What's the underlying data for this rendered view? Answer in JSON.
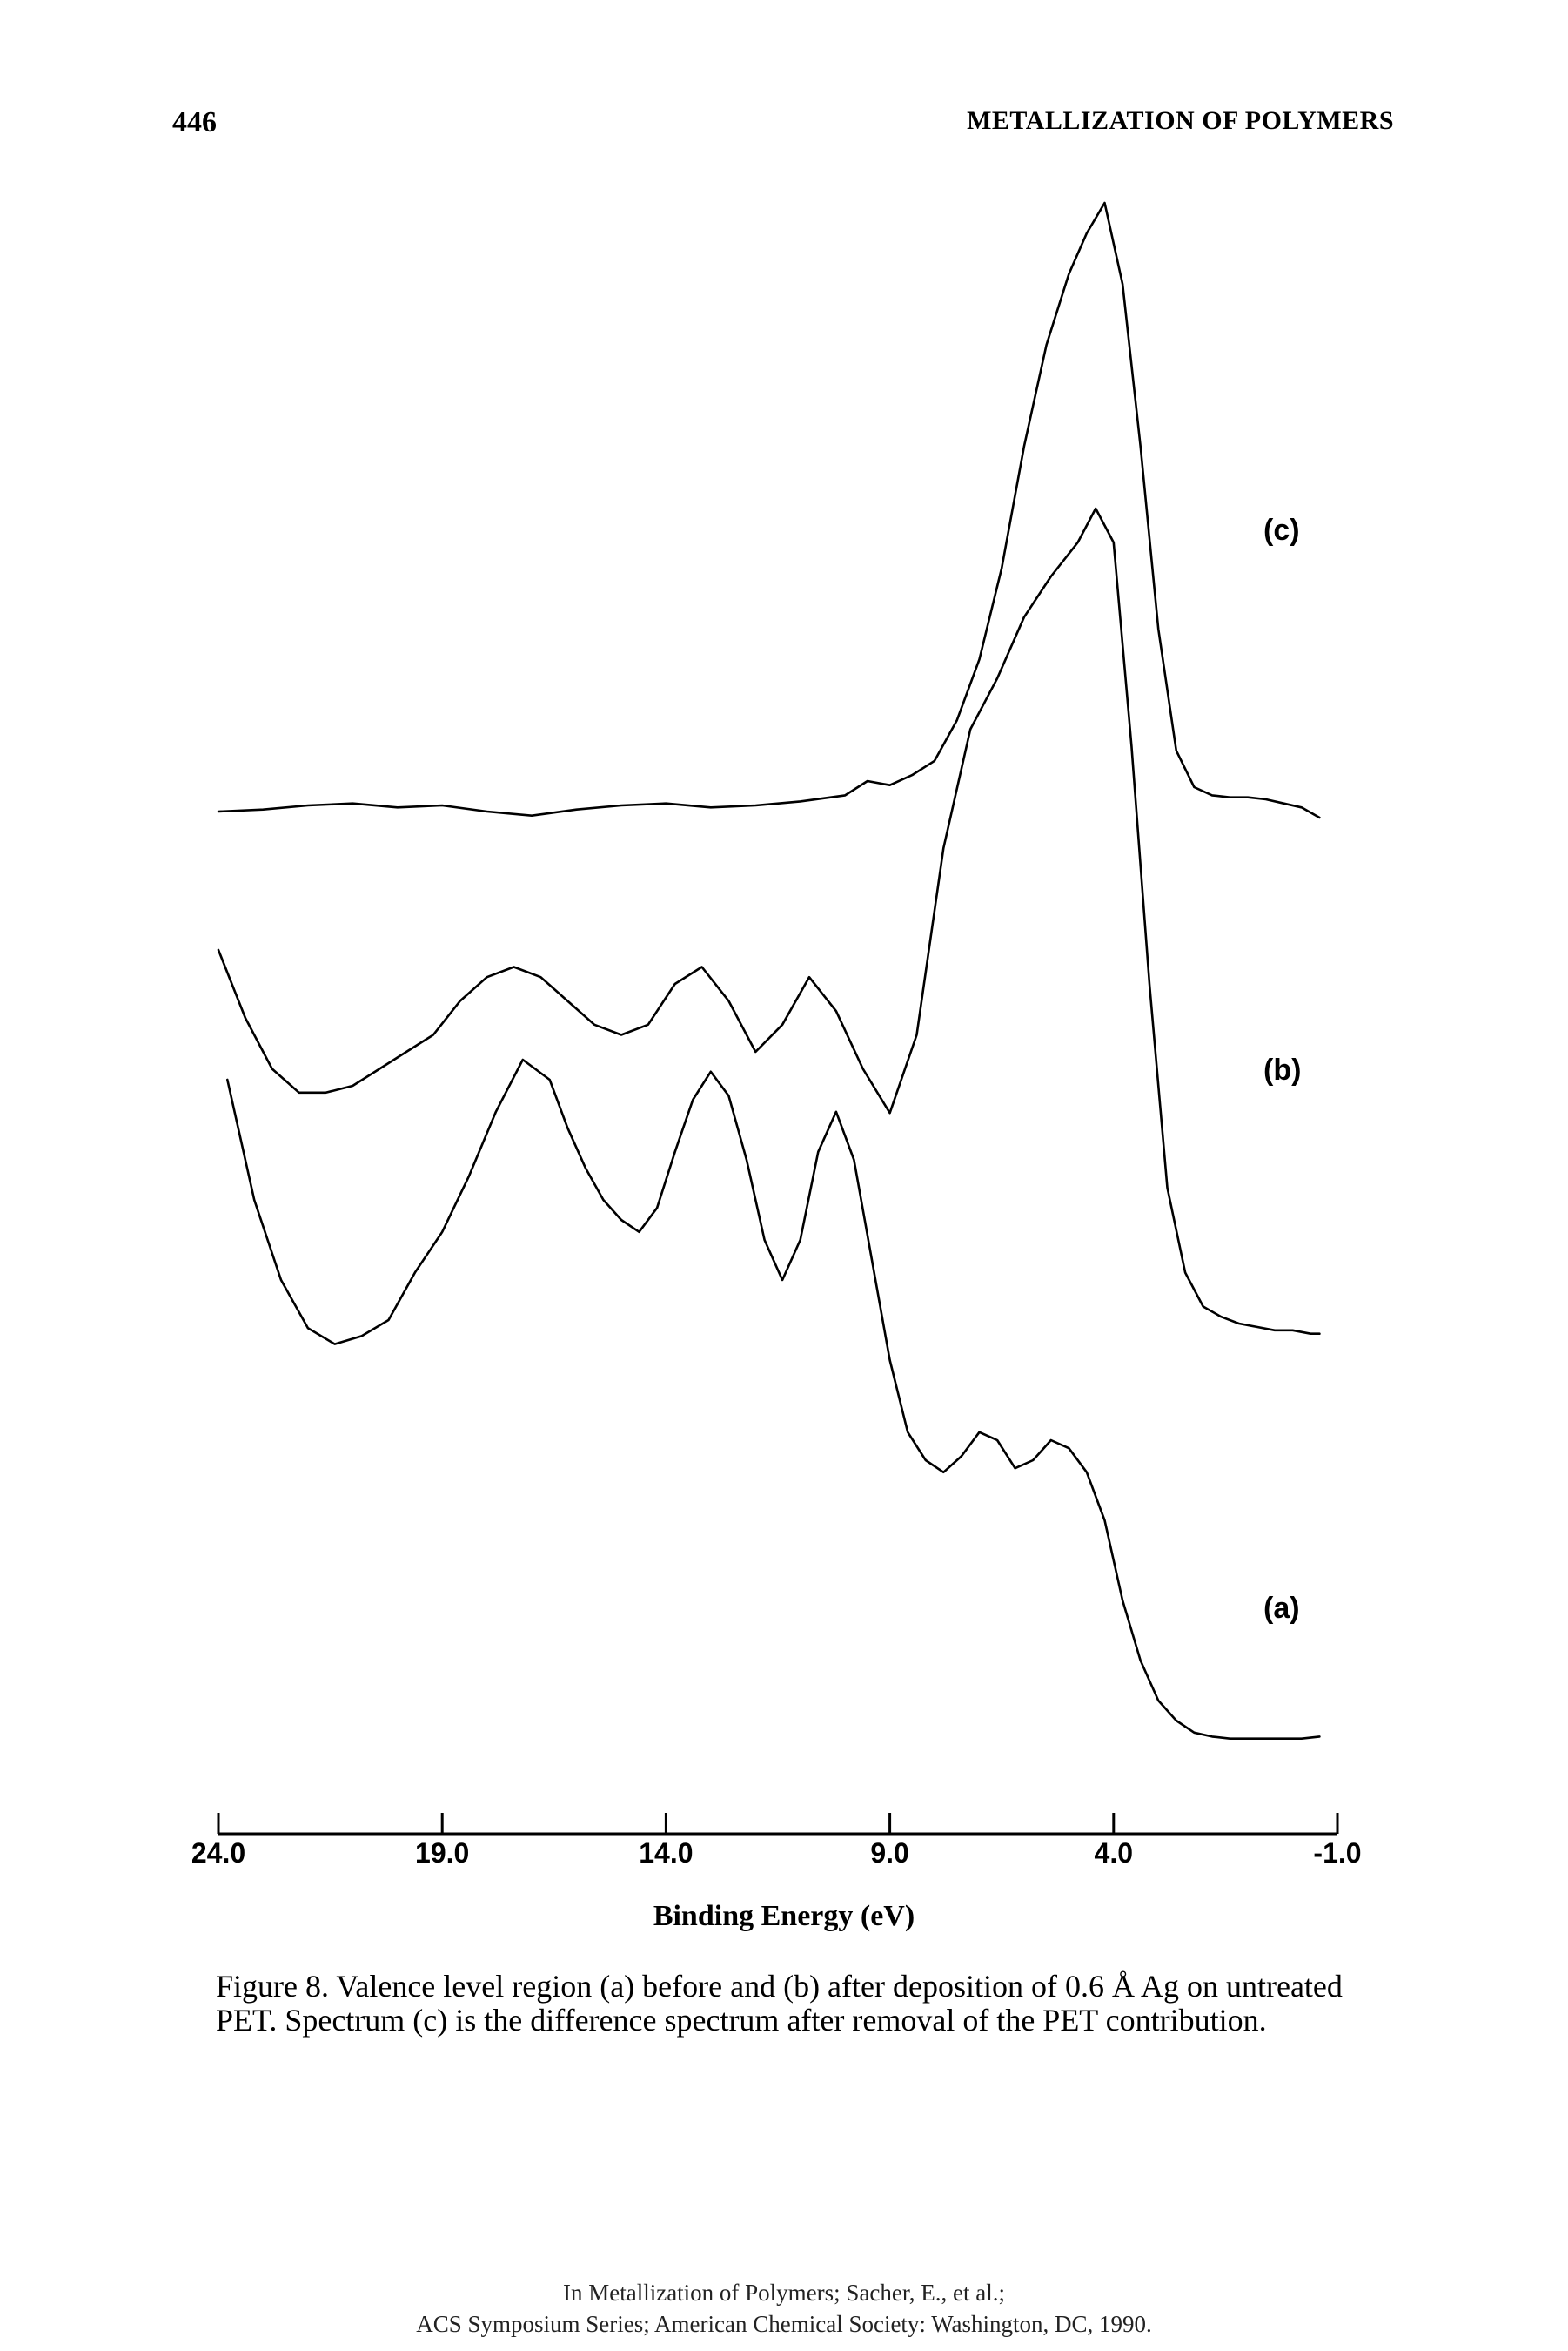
{
  "header": {
    "page_number": "446",
    "running_title": "METALLIZATION OF POLYMERS"
  },
  "chart_data": {
    "type": "line",
    "xlabel": "Binding Energy (eV)",
    "ylabel": "",
    "xlim": [
      24.0,
      -1.0
    ],
    "x_ticks": [
      24.0,
      19.0,
      14.0,
      9.0,
      4.0,
      -1.0
    ],
    "x_tick_labels": [
      "24.0",
      "19.0",
      "14.0",
      "9.0",
      "4.0",
      "-1.0"
    ],
    "y_units": "arbitrary (offset stacked spectra)",
    "grid": false,
    "series": [
      {
        "name": "(a)",
        "x": [
          23.8,
          23.2,
          22.6,
          22.0,
          21.4,
          20.8,
          20.2,
          19.6,
          19.0,
          18.4,
          17.8,
          17.2,
          16.6,
          16.2,
          15.8,
          15.4,
          15.0,
          14.6,
          14.2,
          13.8,
          13.4,
          13.0,
          12.6,
          12.2,
          11.8,
          11.4,
          11.0,
          10.6,
          10.2,
          9.8,
          9.4,
          9.0,
          8.6,
          8.2,
          7.8,
          7.4,
          7.0,
          6.6,
          6.2,
          5.8,
          5.4,
          5.0,
          4.6,
          4.2,
          3.8,
          3.4,
          3.0,
          2.6,
          2.2,
          1.8,
          1.4,
          1.0,
          0.6,
          0.2,
          -0.2,
          -0.6
        ],
        "y": [
          1.0,
          0.7,
          0.5,
          0.38,
          0.34,
          0.36,
          0.4,
          0.52,
          0.62,
          0.76,
          0.92,
          1.05,
          1.0,
          0.88,
          0.78,
          0.7,
          0.65,
          0.62,
          0.68,
          0.82,
          0.95,
          1.02,
          0.96,
          0.8,
          0.6,
          0.5,
          0.6,
          0.82,
          0.92,
          0.8,
          0.55,
          0.3,
          0.12,
          0.05,
          0.02,
          0.06,
          0.12,
          0.1,
          0.03,
          0.05,
          0.1,
          0.08,
          0.02,
          -0.1,
          -0.3,
          -0.45,
          -0.55,
          -0.6,
          -0.63,
          -0.64,
          -0.645,
          -0.645,
          -0.645,
          -0.645,
          -0.645,
          -0.64
        ]
      },
      {
        "name": "(b)",
        "x": [
          24.0,
          23.4,
          22.8,
          22.2,
          21.6,
          21.0,
          20.4,
          19.8,
          19.2,
          18.6,
          18.0,
          17.4,
          16.8,
          16.2,
          15.6,
          15.0,
          14.4,
          13.8,
          13.2,
          12.6,
          12.0,
          11.4,
          10.8,
          10.2,
          9.6,
          9.0,
          8.4,
          7.8,
          7.2,
          6.6,
          6.0,
          5.4,
          4.8,
          4.4,
          4.0,
          3.6,
          3.2,
          2.8,
          2.4,
          2.0,
          1.6,
          1.2,
          0.8,
          0.4,
          0.0,
          -0.4,
          -0.6
        ],
        "y": [
          0.6,
          0.4,
          0.25,
          0.18,
          0.18,
          0.2,
          0.25,
          0.3,
          0.35,
          0.45,
          0.52,
          0.55,
          0.52,
          0.45,
          0.38,
          0.35,
          0.38,
          0.5,
          0.55,
          0.45,
          0.3,
          0.38,
          0.52,
          0.42,
          0.25,
          0.12,
          0.35,
          0.9,
          1.25,
          1.4,
          1.58,
          1.7,
          1.8,
          1.9,
          1.8,
          1.2,
          0.5,
          -0.1,
          -0.35,
          -0.45,
          -0.48,
          -0.5,
          -0.51,
          -0.52,
          -0.52,
          -0.53,
          -0.53
        ]
      },
      {
        "name": "(c)",
        "x": [
          24.0,
          23.0,
          22.0,
          21.0,
          20.0,
          19.0,
          18.0,
          17.0,
          16.0,
          15.0,
          14.0,
          13.0,
          12.0,
          11.0,
          10.0,
          9.5,
          9.0,
          8.5,
          8.0,
          7.5,
          7.0,
          6.5,
          6.0,
          5.5,
          5.0,
          4.6,
          4.2,
          3.8,
          3.4,
          3.0,
          2.6,
          2.2,
          1.8,
          1.4,
          1.0,
          0.6,
          0.2,
          -0.2,
          -0.6
        ],
        "y": [
          0.0,
          0.01,
          0.03,
          0.04,
          0.02,
          0.03,
          0.0,
          -0.02,
          0.01,
          0.03,
          0.04,
          0.02,
          0.03,
          0.05,
          0.08,
          0.15,
          0.13,
          0.18,
          0.25,
          0.45,
          0.75,
          1.2,
          1.8,
          2.3,
          2.65,
          2.85,
          3.0,
          2.6,
          1.8,
          0.9,
          0.3,
          0.12,
          0.08,
          0.07,
          0.07,
          0.06,
          0.04,
          0.02,
          -0.03
        ]
      }
    ],
    "series_labels": [
      "(c)",
      "(b)",
      "(a)"
    ]
  },
  "caption": {
    "label": "Figure 8.",
    "text": "Valence level region (a) before and (b) after deposition of 0.6 Å Ag on untreated PET. Spectrum (c) is the difference spectrum after removal of the PET contribution."
  },
  "citation": {
    "line1": "In Metallization of Polymers; Sacher, E., et al.;",
    "line2": "ACS Symposium Series; American Chemical Society: Washington, DC, 1990."
  }
}
